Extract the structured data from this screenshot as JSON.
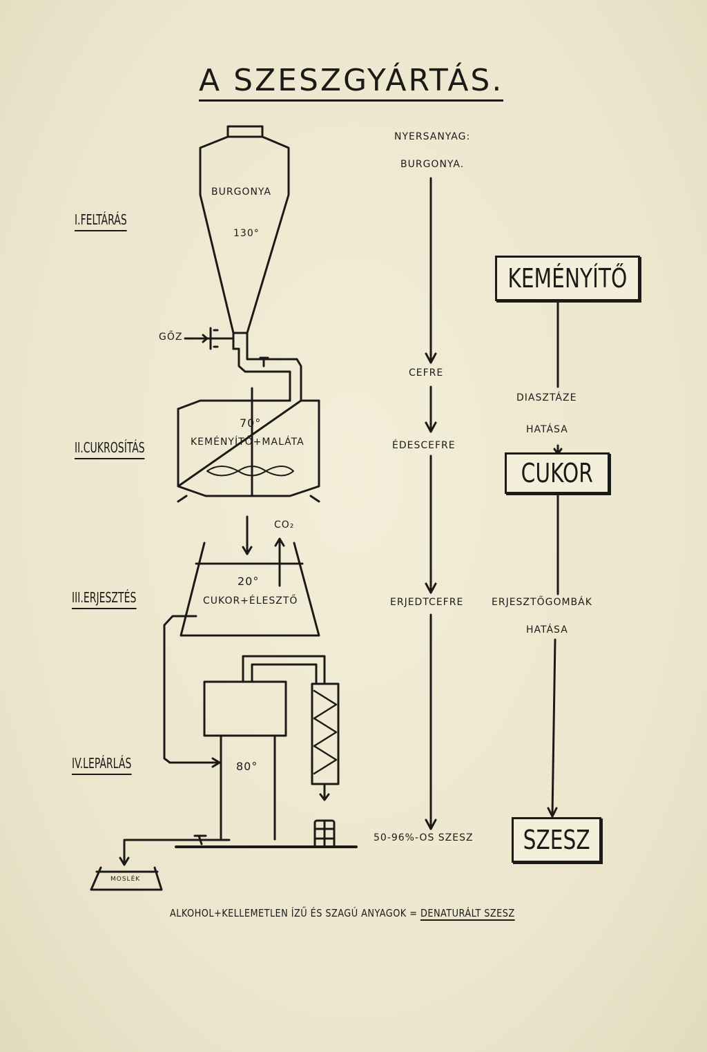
{
  "title": "A SZESZGYÁRTÁS.",
  "stages": {
    "s1": "I.FELTÁRÁS",
    "s2": "II.CUKROSÍTÁS",
    "s3": "III.ERJESZTÉS",
    "s4": "IV.LEPÁRLÁS"
  },
  "apparatus": {
    "steam": "GŐZ",
    "cone_content": "BURGONYA",
    "cone_temp": "130°",
    "mash_temp": "70°",
    "mash_content": "KEMÉNYÍTŐ+MALÁTA",
    "co2": "CO₂",
    "ferment_temp": "20°",
    "ferment_content": "CUKOR+ÉLESZTŐ",
    "still_temp": "80°",
    "slop": "MOSLÉK"
  },
  "flow": {
    "raw_label": "NYERSANYAG:",
    "raw_value": "BURGONYA.",
    "step1": "CEFRE",
    "step2": "ÉDESCEFRE",
    "step3": "ERJEDTCEFRE",
    "step4": "50-96%-OS SZESZ"
  },
  "chem": {
    "box1": "KEMÉNYÍTŐ",
    "note1a": "DIASZTÁZE",
    "note1b": "HATÁSA",
    "box2": "CUKOR",
    "note2a": "ERJESZTŐGOMBÁK",
    "note2b": "HATÁSA",
    "box3": "SZESZ"
  },
  "footer": {
    "text": "ALKOHOL+KELLEMETLEN ÍZŰ ÉS SZAGÚ ANYAGOK =",
    "result": "DENATURÁLT SZESZ"
  }
}
